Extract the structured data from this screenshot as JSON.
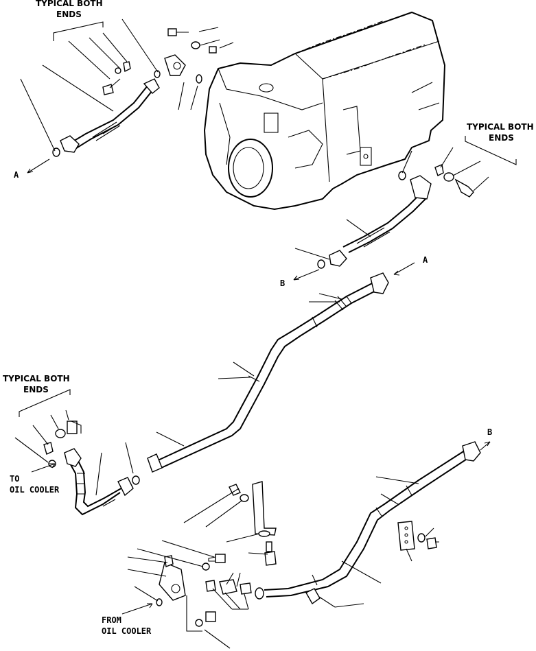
{
  "labels": {
    "typical_1_line1": "TYPICAL BOTH",
    "typical_1_line2": "ENDS",
    "typical_2_line1": "TYPICAL BOTH",
    "typical_2_line2": "ENDS",
    "typical_3_line1": "TYPICAL BOTH",
    "typical_3_line2": "ENDS",
    "to_oil_cooler_1": "TO",
    "to_oil_cooler_2": "OIL COOLER",
    "from_oil_cooler_1": "FROM",
    "from_oil_cooler_2": "OIL COOLER",
    "ref_a_left": "A",
    "ref_a_right": "A",
    "ref_b_left": "B",
    "ref_b_right": "B"
  }
}
